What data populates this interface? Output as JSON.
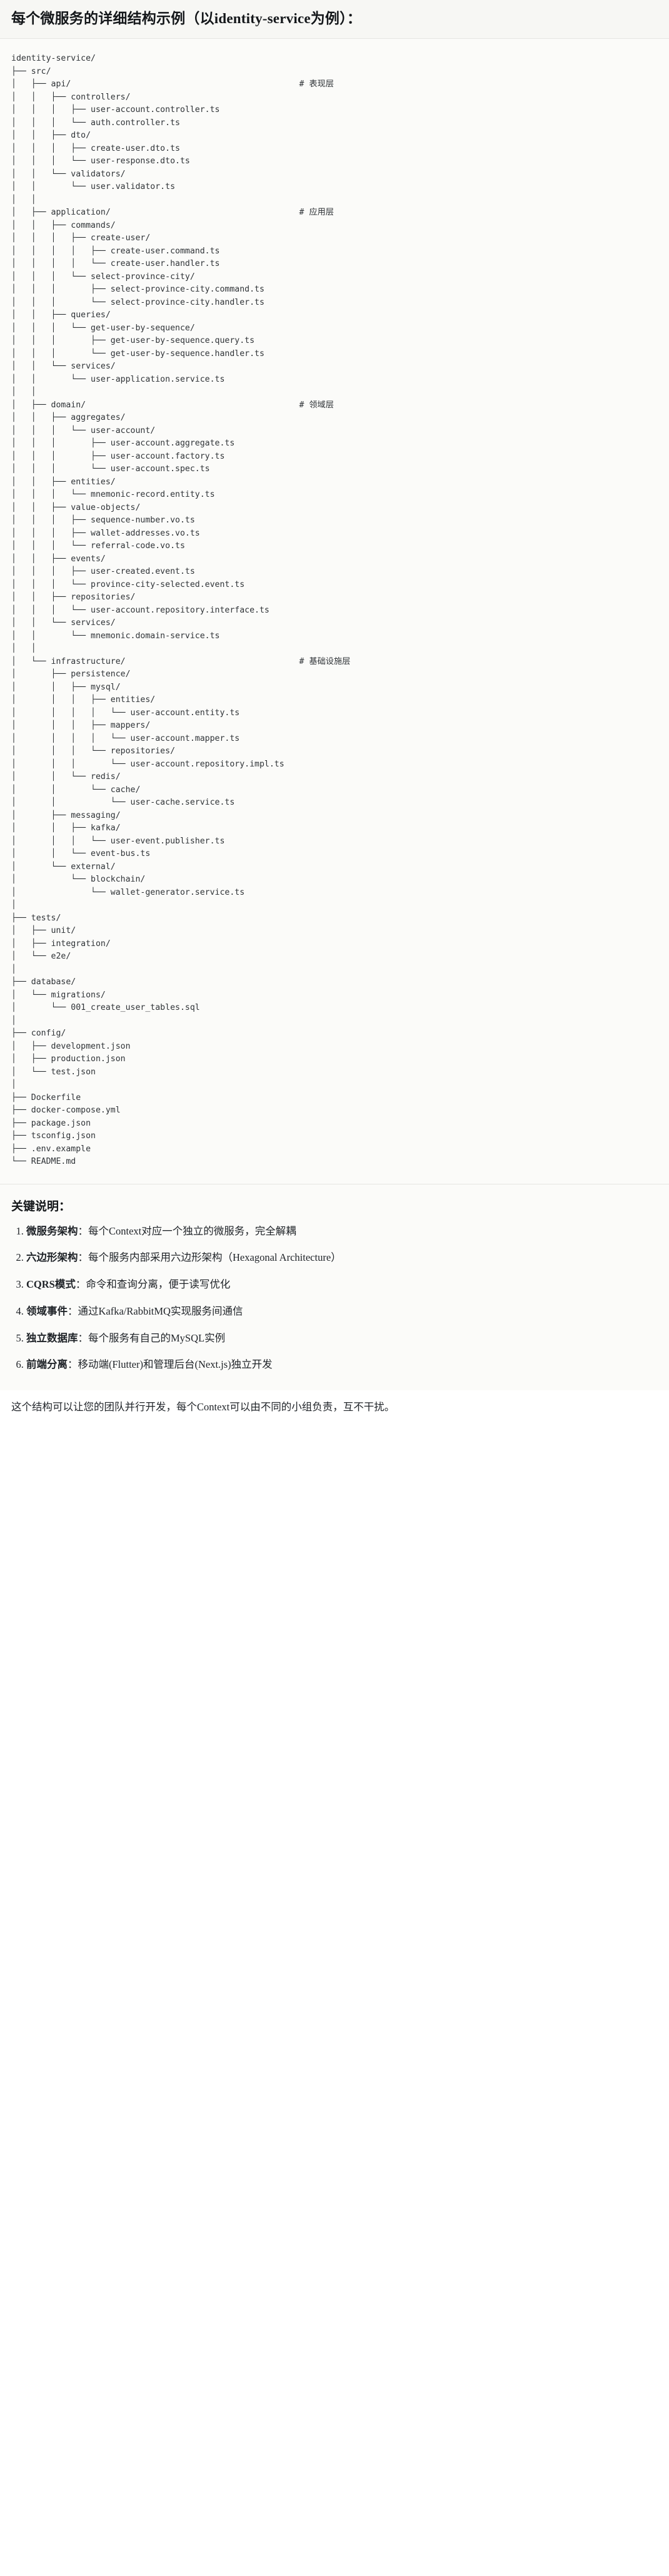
{
  "heading": {
    "title": "每个微服务的详细结构示例（以identity-service为例）："
  },
  "tree": {
    "root": "identity-service/",
    "comment_column": 58,
    "lines": [
      {
        "prefix": "",
        "text": "identity-service/",
        "comment": ""
      },
      {
        "prefix": "├── ",
        "text": "src/",
        "comment": ""
      },
      {
        "prefix": "│   ├── ",
        "text": "api/",
        "comment": "# 表现层"
      },
      {
        "prefix": "│   │   ├── ",
        "text": "controllers/",
        "comment": ""
      },
      {
        "prefix": "│   │   │   ├── ",
        "text": "user-account.controller.ts",
        "comment": ""
      },
      {
        "prefix": "│   │   │   └── ",
        "text": "auth.controller.ts",
        "comment": ""
      },
      {
        "prefix": "│   │   ├── ",
        "text": "dto/",
        "comment": ""
      },
      {
        "prefix": "│   │   │   ├── ",
        "text": "create-user.dto.ts",
        "comment": ""
      },
      {
        "prefix": "│   │   │   └── ",
        "text": "user-response.dto.ts",
        "comment": ""
      },
      {
        "prefix": "│   │   └── ",
        "text": "validators/",
        "comment": ""
      },
      {
        "prefix": "│   │       └── ",
        "text": "user.validator.ts",
        "comment": ""
      },
      {
        "prefix": "│   │",
        "text": "",
        "comment": ""
      },
      {
        "prefix": "│   ├── ",
        "text": "application/",
        "comment": "# 应用层"
      },
      {
        "prefix": "│   │   ├── ",
        "text": "commands/",
        "comment": ""
      },
      {
        "prefix": "│   │   │   ├── ",
        "text": "create-user/",
        "comment": ""
      },
      {
        "prefix": "│   │   │   │   ├── ",
        "text": "create-user.command.ts",
        "comment": ""
      },
      {
        "prefix": "│   │   │   │   └── ",
        "text": "create-user.handler.ts",
        "comment": ""
      },
      {
        "prefix": "│   │   │   └── ",
        "text": "select-province-city/",
        "comment": ""
      },
      {
        "prefix": "│   │   │       ├── ",
        "text": "select-province-city.command.ts",
        "comment": ""
      },
      {
        "prefix": "│   │   │       └── ",
        "text": "select-province-city.handler.ts",
        "comment": ""
      },
      {
        "prefix": "│   │   ├── ",
        "text": "queries/",
        "comment": ""
      },
      {
        "prefix": "│   │   │   └── ",
        "text": "get-user-by-sequence/",
        "comment": ""
      },
      {
        "prefix": "│   │   │       ├── ",
        "text": "get-user-by-sequence.query.ts",
        "comment": ""
      },
      {
        "prefix": "│   │   │       └── ",
        "text": "get-user-by-sequence.handler.ts",
        "comment": ""
      },
      {
        "prefix": "│   │   └── ",
        "text": "services/",
        "comment": ""
      },
      {
        "prefix": "│   │       └── ",
        "text": "user-application.service.ts",
        "comment": ""
      },
      {
        "prefix": "│   │",
        "text": "",
        "comment": ""
      },
      {
        "prefix": "│   ├── ",
        "text": "domain/",
        "comment": "# 领域层"
      },
      {
        "prefix": "│   │   ├── ",
        "text": "aggregates/",
        "comment": ""
      },
      {
        "prefix": "│   │   │   └── ",
        "text": "user-account/",
        "comment": ""
      },
      {
        "prefix": "│   │   │       ├── ",
        "text": "user-account.aggregate.ts",
        "comment": ""
      },
      {
        "prefix": "│   │   │       ├── ",
        "text": "user-account.factory.ts",
        "comment": ""
      },
      {
        "prefix": "│   │   │       └── ",
        "text": "user-account.spec.ts",
        "comment": ""
      },
      {
        "prefix": "│   │   ├── ",
        "text": "entities/",
        "comment": ""
      },
      {
        "prefix": "│   │   │   └── ",
        "text": "mnemonic-record.entity.ts",
        "comment": ""
      },
      {
        "prefix": "│   │   ├── ",
        "text": "value-objects/",
        "comment": ""
      },
      {
        "prefix": "│   │   │   ├── ",
        "text": "sequence-number.vo.ts",
        "comment": ""
      },
      {
        "prefix": "│   │   │   ├── ",
        "text": "wallet-addresses.vo.ts",
        "comment": ""
      },
      {
        "prefix": "│   │   │   └── ",
        "text": "referral-code.vo.ts",
        "comment": ""
      },
      {
        "prefix": "│   │   ├── ",
        "text": "events/",
        "comment": ""
      },
      {
        "prefix": "│   │   │   ├── ",
        "text": "user-created.event.ts",
        "comment": ""
      },
      {
        "prefix": "│   │   │   └── ",
        "text": "province-city-selected.event.ts",
        "comment": ""
      },
      {
        "prefix": "│   │   ├── ",
        "text": "repositories/",
        "comment": ""
      },
      {
        "prefix": "│   │   │   └── ",
        "text": "user-account.repository.interface.ts",
        "comment": ""
      },
      {
        "prefix": "│   │   └── ",
        "text": "services/",
        "comment": ""
      },
      {
        "prefix": "│   │       └── ",
        "text": "mnemonic.domain-service.ts",
        "comment": ""
      },
      {
        "prefix": "│   │",
        "text": "",
        "comment": ""
      },
      {
        "prefix": "│   └── ",
        "text": "infrastructure/",
        "comment": "# 基础设施层"
      },
      {
        "prefix": "│       ├── ",
        "text": "persistence/",
        "comment": ""
      },
      {
        "prefix": "│       │   ├── ",
        "text": "mysql/",
        "comment": ""
      },
      {
        "prefix": "│       │   │   ├── ",
        "text": "entities/",
        "comment": ""
      },
      {
        "prefix": "│       │   │   │   └── ",
        "text": "user-account.entity.ts",
        "comment": ""
      },
      {
        "prefix": "│       │   │   ├── ",
        "text": "mappers/",
        "comment": ""
      },
      {
        "prefix": "│       │   │   │   └── ",
        "text": "user-account.mapper.ts",
        "comment": ""
      },
      {
        "prefix": "│       │   │   └── ",
        "text": "repositories/",
        "comment": ""
      },
      {
        "prefix": "│       │   │       └── ",
        "text": "user-account.repository.impl.ts",
        "comment": ""
      },
      {
        "prefix": "│       │   └── ",
        "text": "redis/",
        "comment": ""
      },
      {
        "prefix": "│       │       └── ",
        "text": "cache/",
        "comment": ""
      },
      {
        "prefix": "│       │           └── ",
        "text": "user-cache.service.ts",
        "comment": ""
      },
      {
        "prefix": "│       ├── ",
        "text": "messaging/",
        "comment": ""
      },
      {
        "prefix": "│       │   ├── ",
        "text": "kafka/",
        "comment": ""
      },
      {
        "prefix": "│       │   │   └── ",
        "text": "user-event.publisher.ts",
        "comment": ""
      },
      {
        "prefix": "│       │   └── ",
        "text": "event-bus.ts",
        "comment": ""
      },
      {
        "prefix": "│       └── ",
        "text": "external/",
        "comment": ""
      },
      {
        "prefix": "│           └── ",
        "text": "blockchain/",
        "comment": ""
      },
      {
        "prefix": "│               └── ",
        "text": "wallet-generator.service.ts",
        "comment": ""
      },
      {
        "prefix": "│",
        "text": "",
        "comment": ""
      },
      {
        "prefix": "├── ",
        "text": "tests/",
        "comment": ""
      },
      {
        "prefix": "│   ├── ",
        "text": "unit/",
        "comment": ""
      },
      {
        "prefix": "│   ├── ",
        "text": "integration/",
        "comment": ""
      },
      {
        "prefix": "│   └── ",
        "text": "e2e/",
        "comment": ""
      },
      {
        "prefix": "│",
        "text": "",
        "comment": ""
      },
      {
        "prefix": "├── ",
        "text": "database/",
        "comment": ""
      },
      {
        "prefix": "│   └── ",
        "text": "migrations/",
        "comment": ""
      },
      {
        "prefix": "│       └── ",
        "text": "001_create_user_tables.sql",
        "comment": ""
      },
      {
        "prefix": "│",
        "text": "",
        "comment": ""
      },
      {
        "prefix": "├── ",
        "text": "config/",
        "comment": ""
      },
      {
        "prefix": "│   ├── ",
        "text": "development.json",
        "comment": ""
      },
      {
        "prefix": "│   ├── ",
        "text": "production.json",
        "comment": ""
      },
      {
        "prefix": "│   └── ",
        "text": "test.json",
        "comment": ""
      },
      {
        "prefix": "│",
        "text": "",
        "comment": ""
      },
      {
        "prefix": "├── ",
        "text": "Dockerfile",
        "comment": ""
      },
      {
        "prefix": "├── ",
        "text": "docker-compose.yml",
        "comment": ""
      },
      {
        "prefix": "├── ",
        "text": "package.json",
        "comment": ""
      },
      {
        "prefix": "├── ",
        "text": "tsconfig.json",
        "comment": ""
      },
      {
        "prefix": "├── ",
        "text": ".env.example",
        "comment": ""
      },
      {
        "prefix": "└── ",
        "text": "README.md",
        "comment": ""
      }
    ]
  },
  "notes": {
    "title": "关键说明：",
    "items": [
      {
        "label": "微服务架构",
        "sep": "：",
        "text": "每个Context对应一个独立的微服务，完全解耦"
      },
      {
        "label": "六边形架构",
        "sep": "：",
        "text": "每个服务内部采用六边形架构（Hexagonal Architecture）"
      },
      {
        "label": "CQRS模式",
        "sep": "：",
        "text": "命令和查询分离，便于读写优化"
      },
      {
        "label": "领域事件",
        "sep": "：",
        "text": "通过Kafka/RabbitMQ实现服务间通信"
      },
      {
        "label": "独立数据库",
        "sep": "：",
        "text": "每个服务有自己的MySQL实例"
      },
      {
        "label": "前端分离",
        "sep": "：",
        "text": "移动端(Flutter)和管理后台(Next.js)独立开发"
      }
    ],
    "closing": "这个结构可以让您的团队并行开发，每个Context可以由不同的小组负责，互不干扰。"
  }
}
